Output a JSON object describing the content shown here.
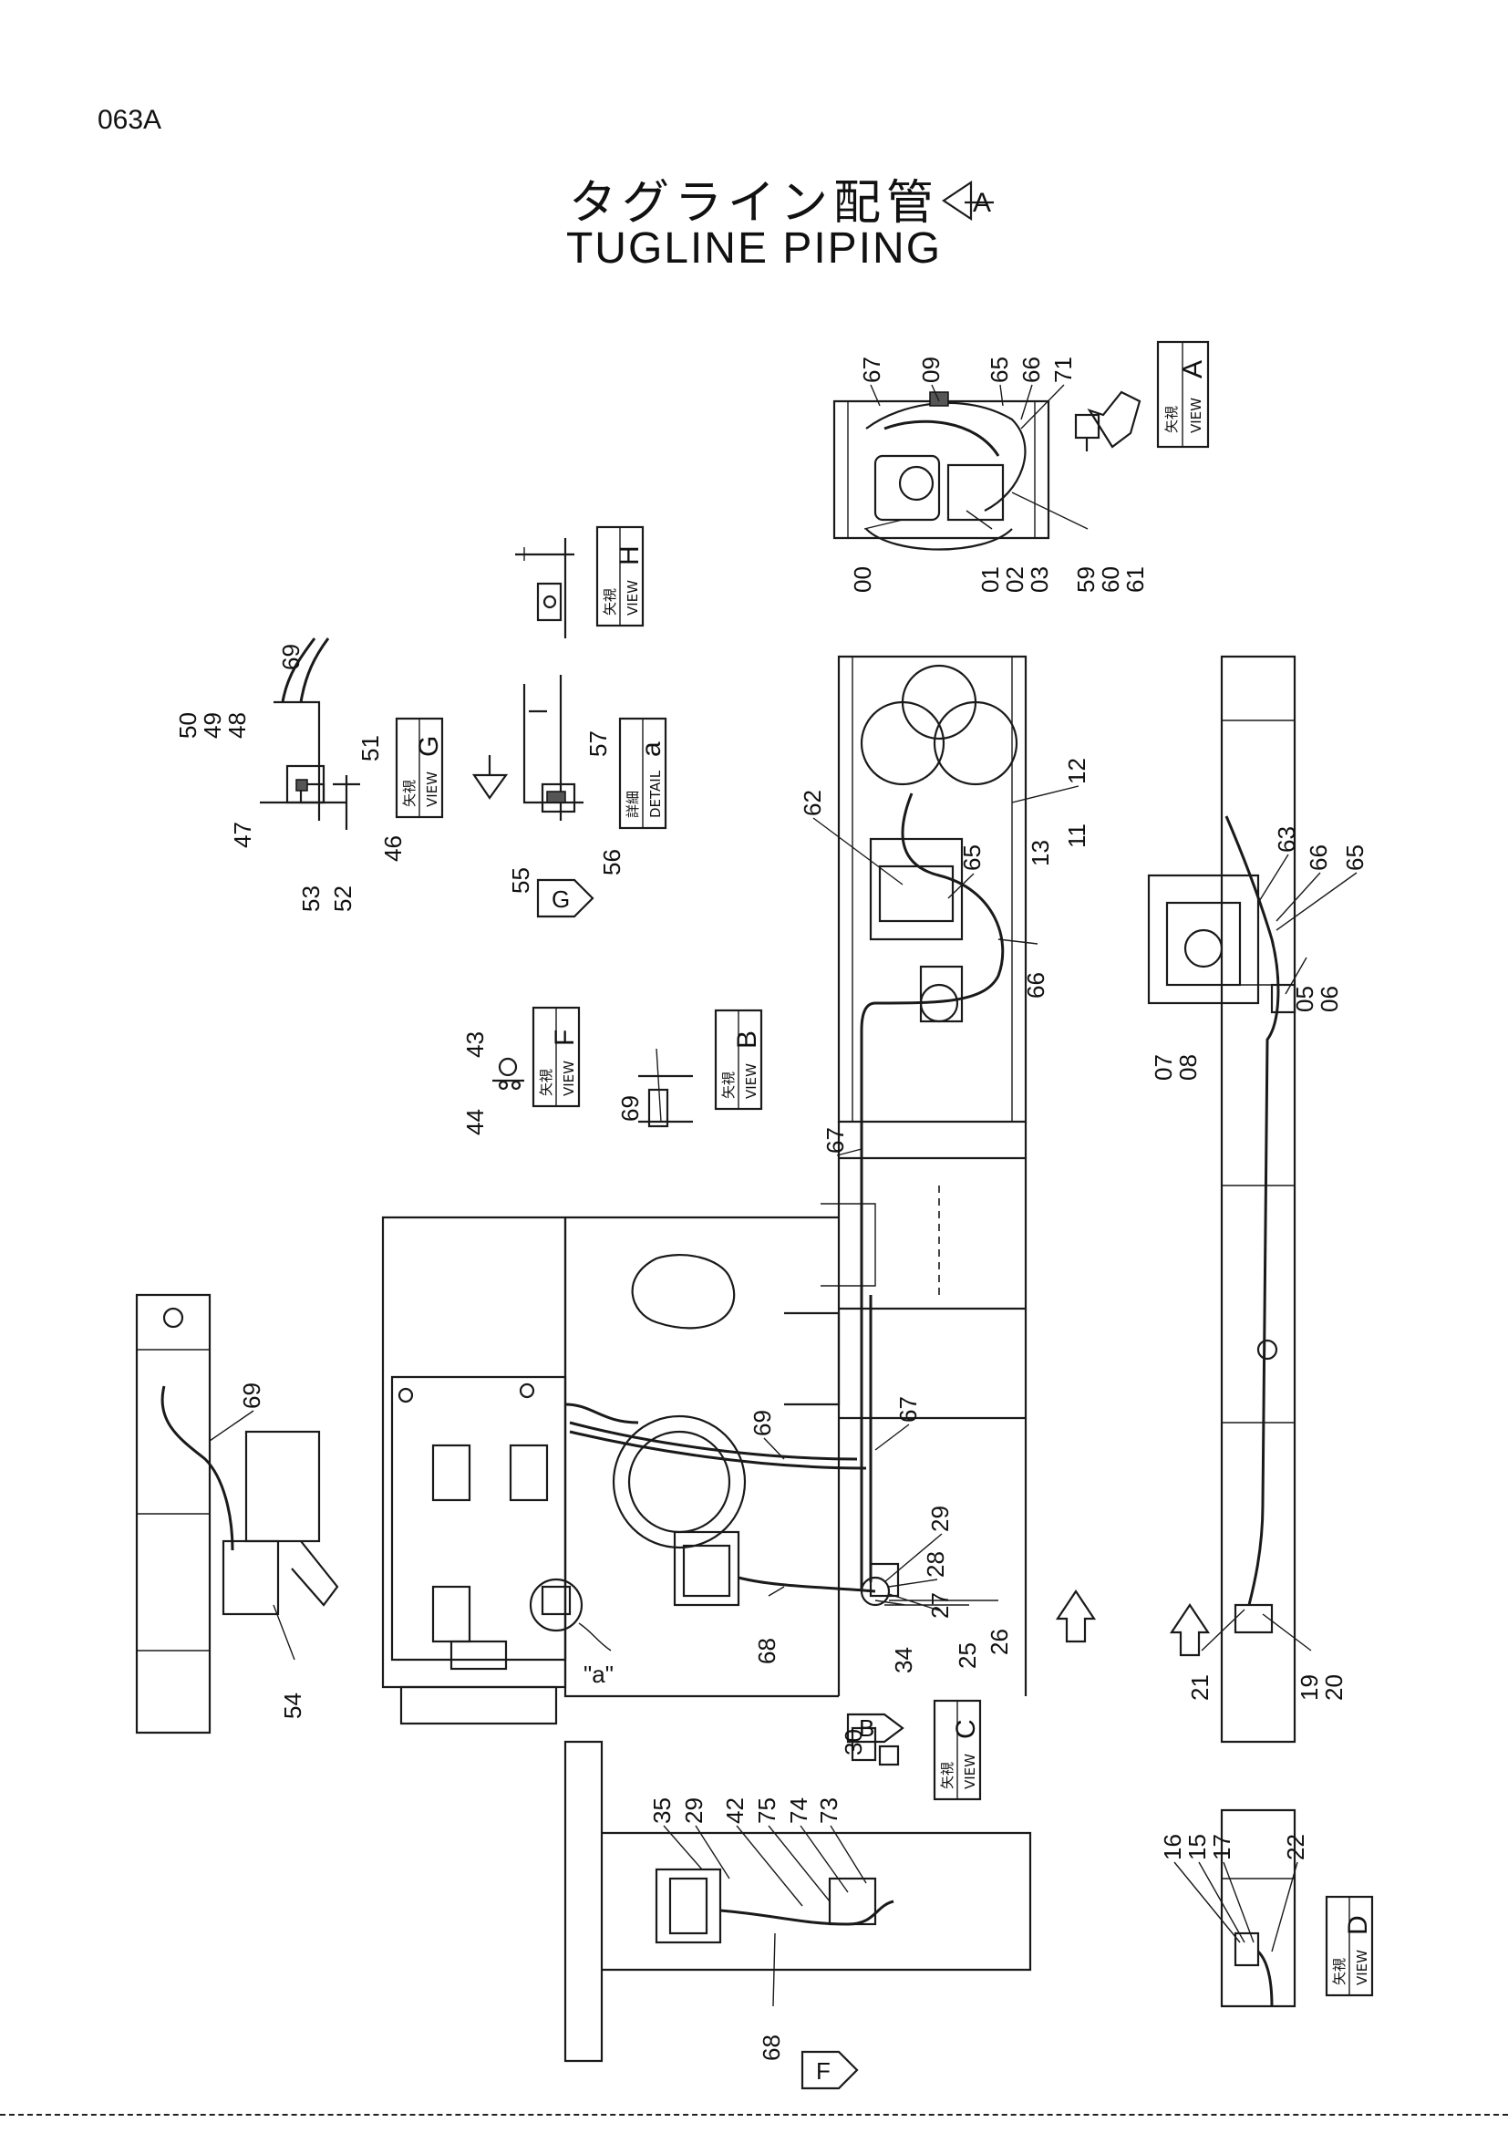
{
  "header": {
    "page_code": "063A",
    "title_jp": "タグライン配管",
    "title_en": "TUGLINE   PIPING"
  },
  "view_labels": {
    "A": {
      "jp": "矢視",
      "en": "VIEW",
      "letter": "A"
    },
    "B": {
      "jp": "矢視",
      "en": "VIEW",
      "letter": "B"
    },
    "C": {
      "jp": "矢視",
      "en": "VIEW",
      "letter": "C"
    },
    "D": {
      "jp": "矢視",
      "en": "VIEW",
      "letter": "D"
    },
    "F": {
      "jp": "矢視",
      "en": "VIEW",
      "letter": "F"
    },
    "G": {
      "jp": "矢視",
      "en": "VIEW",
      "letter": "G"
    },
    "H": {
      "jp": "矢視",
      "en": "VIEW",
      "letter": "H"
    },
    "a": {
      "jp": "詳細",
      "en": "DETAIL",
      "letter": "a"
    }
  },
  "arrow_letters": {
    "A": "A",
    "B": "B",
    "F": "F",
    "G": "G"
  },
  "detail_marker": "\"a\"",
  "callouts": {
    "c00": "00",
    "c01": "01",
    "c02": "02",
    "c03": "03",
    "c05": "05",
    "c06": "06",
    "c07": "07",
    "c08": "08",
    "c09": "09",
    "c11": "11",
    "c12": "12",
    "c13": "13",
    "c15": "15",
    "c16": "16",
    "c17": "17",
    "c19": "19",
    "c20": "20",
    "c21": "21",
    "c22": "22",
    "c25": "25",
    "c26": "26",
    "c27": "27",
    "c28": "28",
    "c29": "29",
    "c29b": "29",
    "c30": "30",
    "c34": "34",
    "c35": "35",
    "c42": "42",
    "c43": "43",
    "c44": "44",
    "c46": "46",
    "c47": "47",
    "c48": "48",
    "c49": "49",
    "c50": "50",
    "c51": "51",
    "c52": "52",
    "c53": "53",
    "c54": "54",
    "c55": "55",
    "c56": "56",
    "c57": "57",
    "c59": "59",
    "c60": "60",
    "c61": "61",
    "c62": "62",
    "c63": "63",
    "c65a": "65",
    "c65b": "65",
    "c65c": "65",
    "c66a": "66",
    "c66b": "66",
    "c66c": "66",
    "c67a": "67",
    "c67b": "67",
    "c67c": "67",
    "c68a": "68",
    "c68b": "68",
    "c69a": "69",
    "c69b": "69",
    "c69c": "69",
    "c69d": "69",
    "c71": "71",
    "c73": "73",
    "c74": "74",
    "c75": "75"
  }
}
